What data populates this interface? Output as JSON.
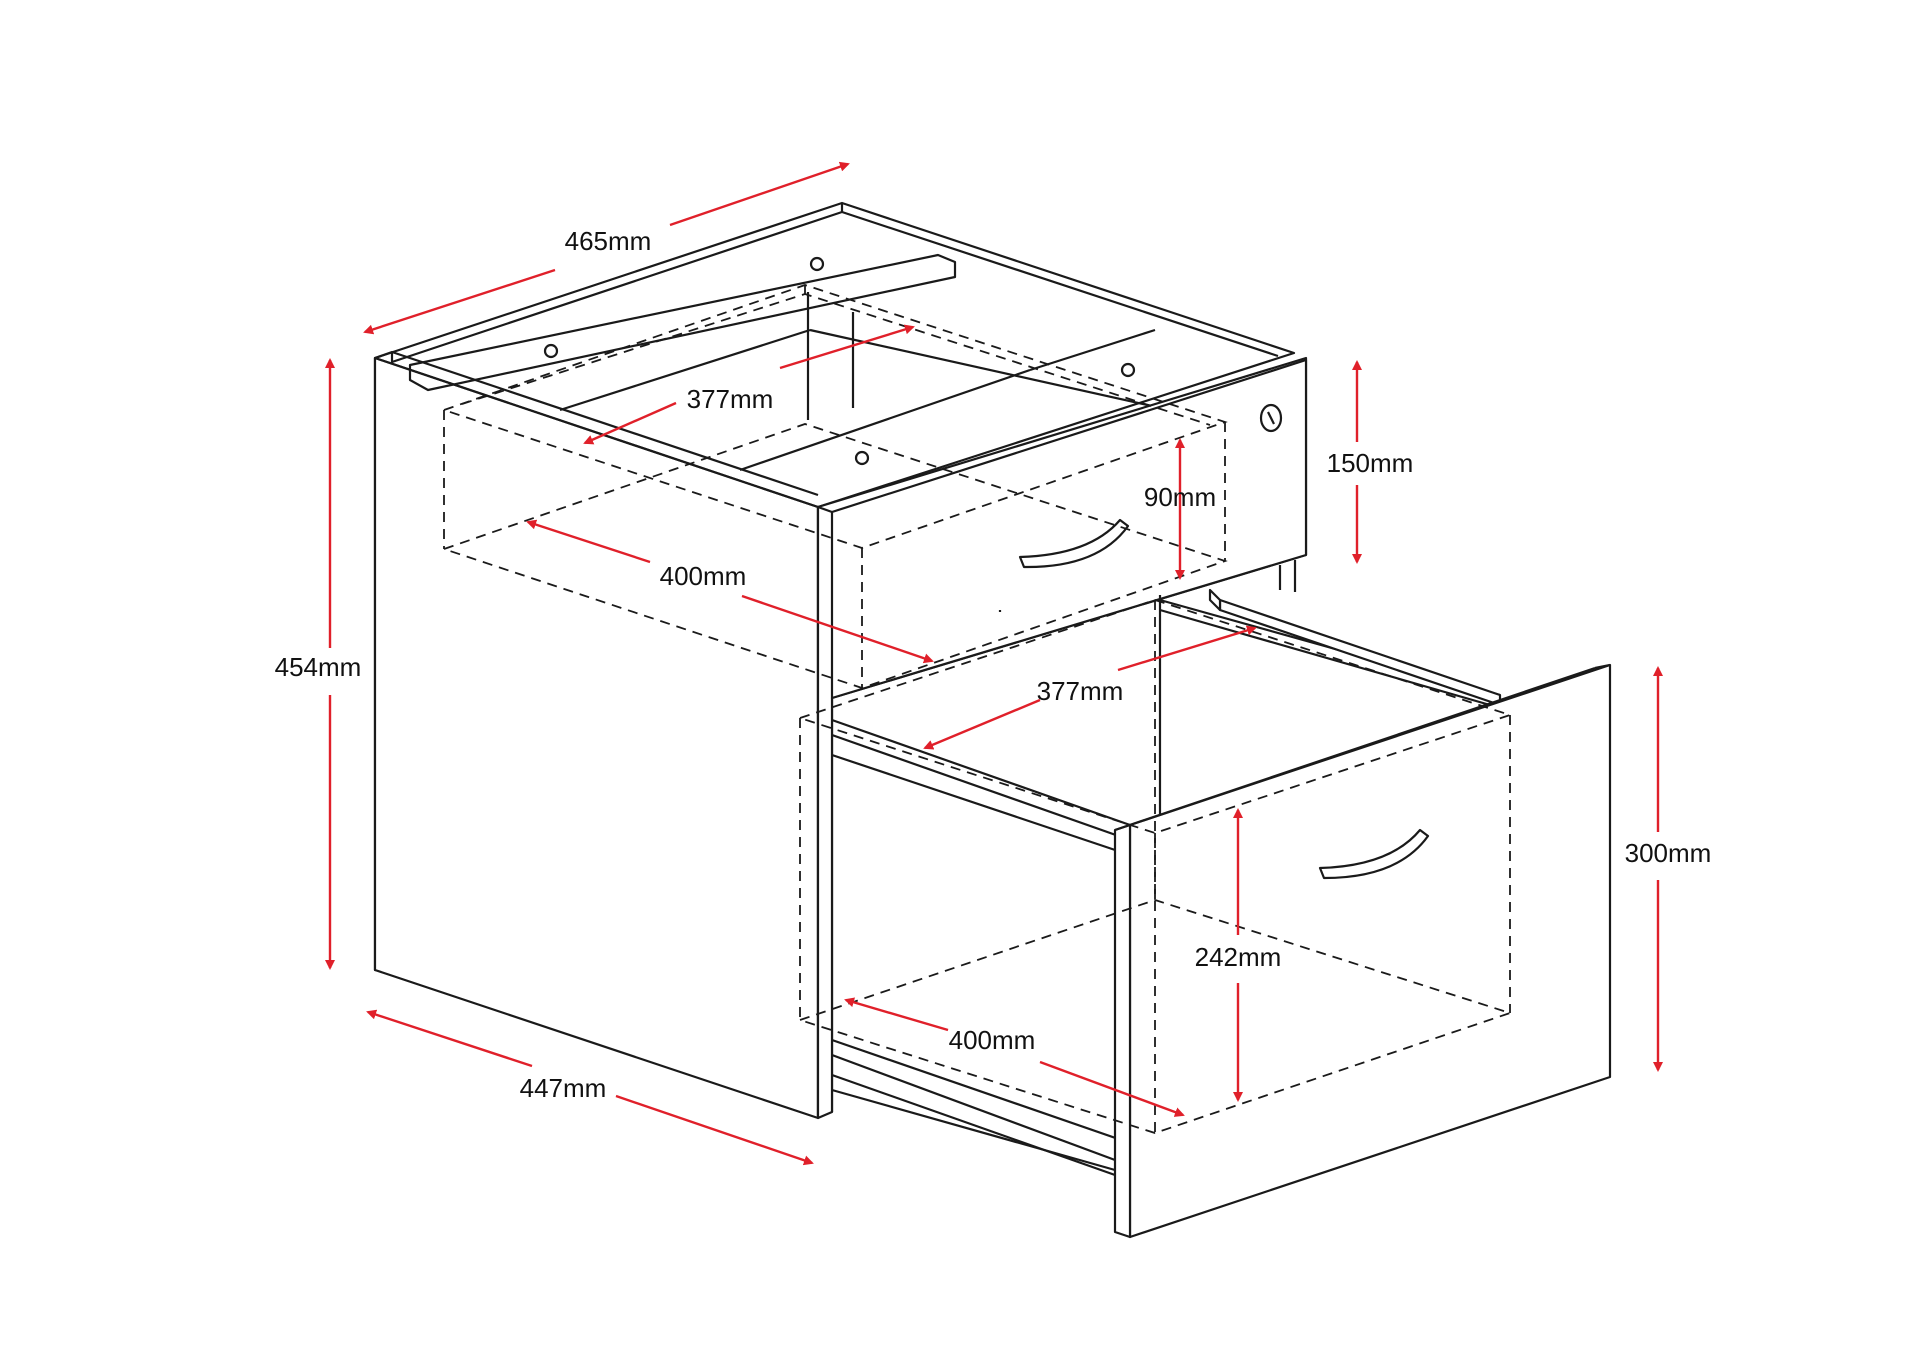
{
  "colors": {
    "line": "#1a1a1a",
    "dimension": "#e0202a",
    "background": "#ffffff"
  },
  "labels": {
    "top_width": "465mm",
    "overall_height": "454mm",
    "base_depth": "447mm",
    "top_drawer_inner_width": "377mm",
    "top_drawer_front_height": "150mm",
    "top_drawer_inner_height": "90mm",
    "top_drawer_inner_depth": "400mm",
    "bottom_drawer_inner_width": "377mm",
    "bottom_drawer_front_height": "300mm",
    "bottom_drawer_inner_height": "242mm",
    "bottom_drawer_inner_depth": "400mm"
  }
}
